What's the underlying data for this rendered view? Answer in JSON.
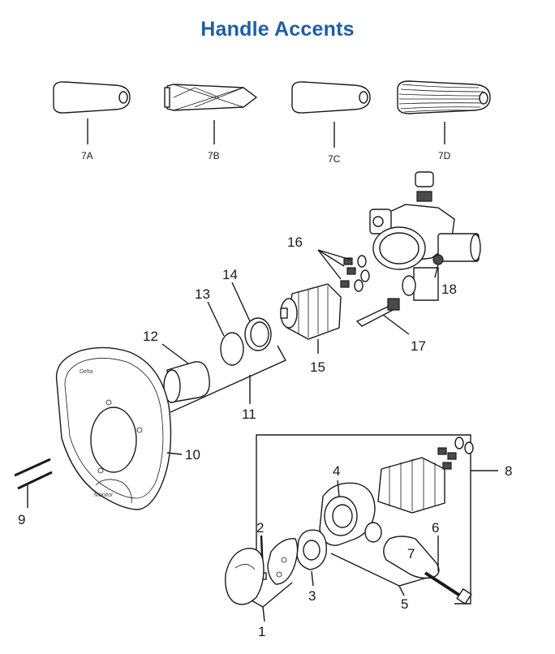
{
  "title": "Handle Accents",
  "accent_color": "#1f5fa6",
  "handle_labels": [
    "7A",
    "7B",
    "7C",
    "7D"
  ],
  "part_labels": {
    "p1": "1",
    "p2": "2",
    "p3": "3",
    "p4": "4",
    "p5": "5",
    "p6": "6",
    "p7": "7",
    "p8": "8",
    "p9": "9",
    "p10": "10",
    "p11": "11",
    "p12": "12",
    "p13": "13",
    "p14": "14",
    "p15": "15",
    "p16": "16",
    "p17": "17",
    "p18": "18"
  },
  "escutcheon_text": {
    "brand": "Delta",
    "marking": "Monitor"
  }
}
